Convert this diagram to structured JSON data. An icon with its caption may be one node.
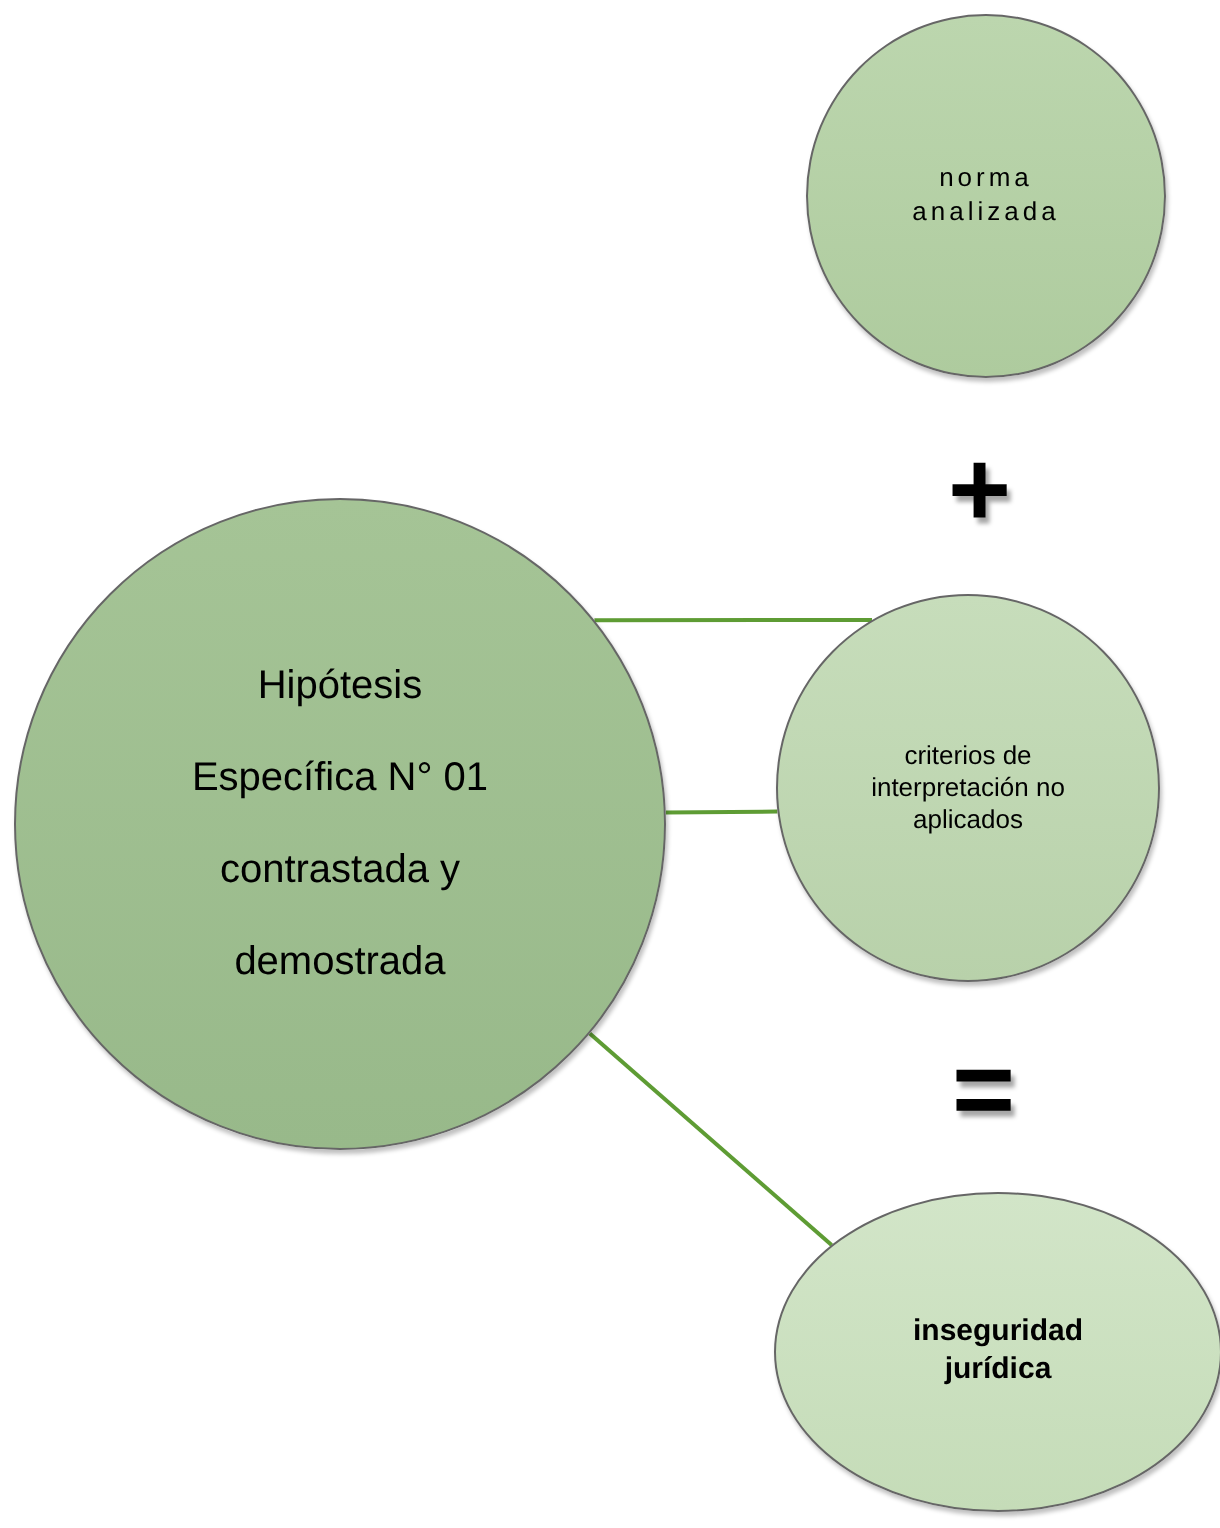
{
  "diagram": {
    "nodes": [
      {
        "text": [
          "norma analizada"
        ]
      },
      {
        "text": [
          "Hipótesis Específica N° 01 contrastada y demostrada"
        ]
      },
      {
        "text": [
          "criterios de interpretación no aplicados"
        ]
      },
      {
        "text": [
          "inseguridad jurídica"
        ]
      }
    ],
    "edges": [
      {
        "from": 1,
        "to": 2,
        "arrow": "none"
      },
      {
        "from": 1,
        "to": 2,
        "arrow": "none"
      },
      {
        "from": 1,
        "to": 3,
        "arrow": "none"
      }
    ],
    "labels": [
      "+",
      "="
    ]
  }
}
